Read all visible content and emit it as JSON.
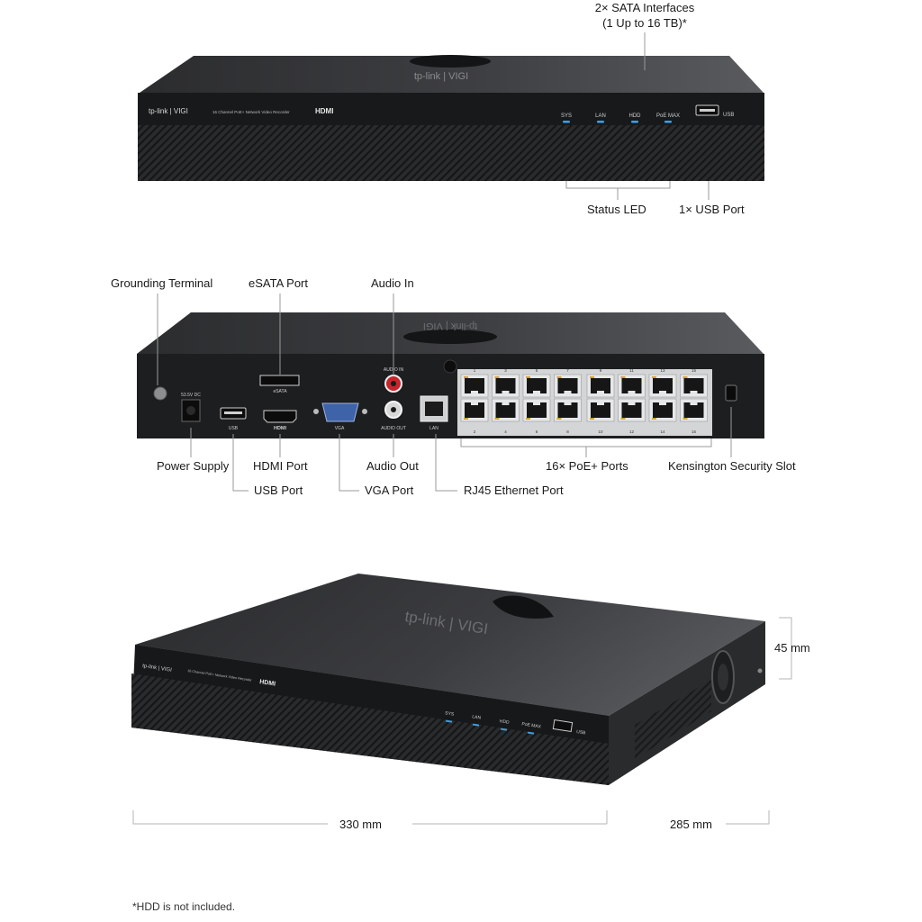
{
  "callouts": {
    "sata": "2× SATA Interfaces\n(1 Up to 16 TB)*",
    "sata_line1": "2× SATA Interfaces",
    "sata_line2": "(1 Up to 16 TB)*",
    "status_led": "Status LED",
    "usb_front": "1× USB Port",
    "grounding": "Grounding Terminal",
    "esata": "eSATA Port",
    "audio_in": "Audio In",
    "power": "Power Supply",
    "hdmi": "HDMI Port",
    "audio_out": "Audio Out",
    "poe": "16× PoE+ Ports",
    "kensington": "Kensington Security Slot",
    "usb_rear": "USB Port",
    "vga": "VGA Port",
    "rj45": "RJ45 Ethernet Port"
  },
  "dimensions": {
    "height": "45 mm",
    "width": "330 mm",
    "depth": "285 mm"
  },
  "footnote": "*HDD is not included.",
  "device": {
    "brand": "tp-link | VIGI",
    "brand_top": "tp-link | VIGI",
    "model_desc": "16 Channel PoE+ Network Video Recorder",
    "hdmi_logo": "HDMI",
    "leds": [
      "SYS",
      "LAN",
      "HDD",
      "PoE MAX"
    ],
    "usb_text": "USB",
    "rear_labels": {
      "power": "53.5V DC",
      "usb": "USB",
      "hdmi": "HDMI",
      "vga": "VGA",
      "esata": "eSATA",
      "audio_in": "AUDIO IN",
      "audio_out": "AUDIO OUT",
      "lan": "LAN"
    },
    "poe_top_numbers": [
      "1",
      "3",
      "5",
      "7",
      "9",
      "11",
      "13",
      "15"
    ],
    "poe_bottom_numbers": [
      "2",
      "4",
      "6",
      "8",
      "10",
      "12",
      "14",
      "16"
    ]
  },
  "colors": {
    "chassis_dark": "#1e1f21",
    "chassis_top": "#3a3b3d",
    "led_blue": "#3aa0e8",
    "line_gray": "#9a9a9a"
  }
}
